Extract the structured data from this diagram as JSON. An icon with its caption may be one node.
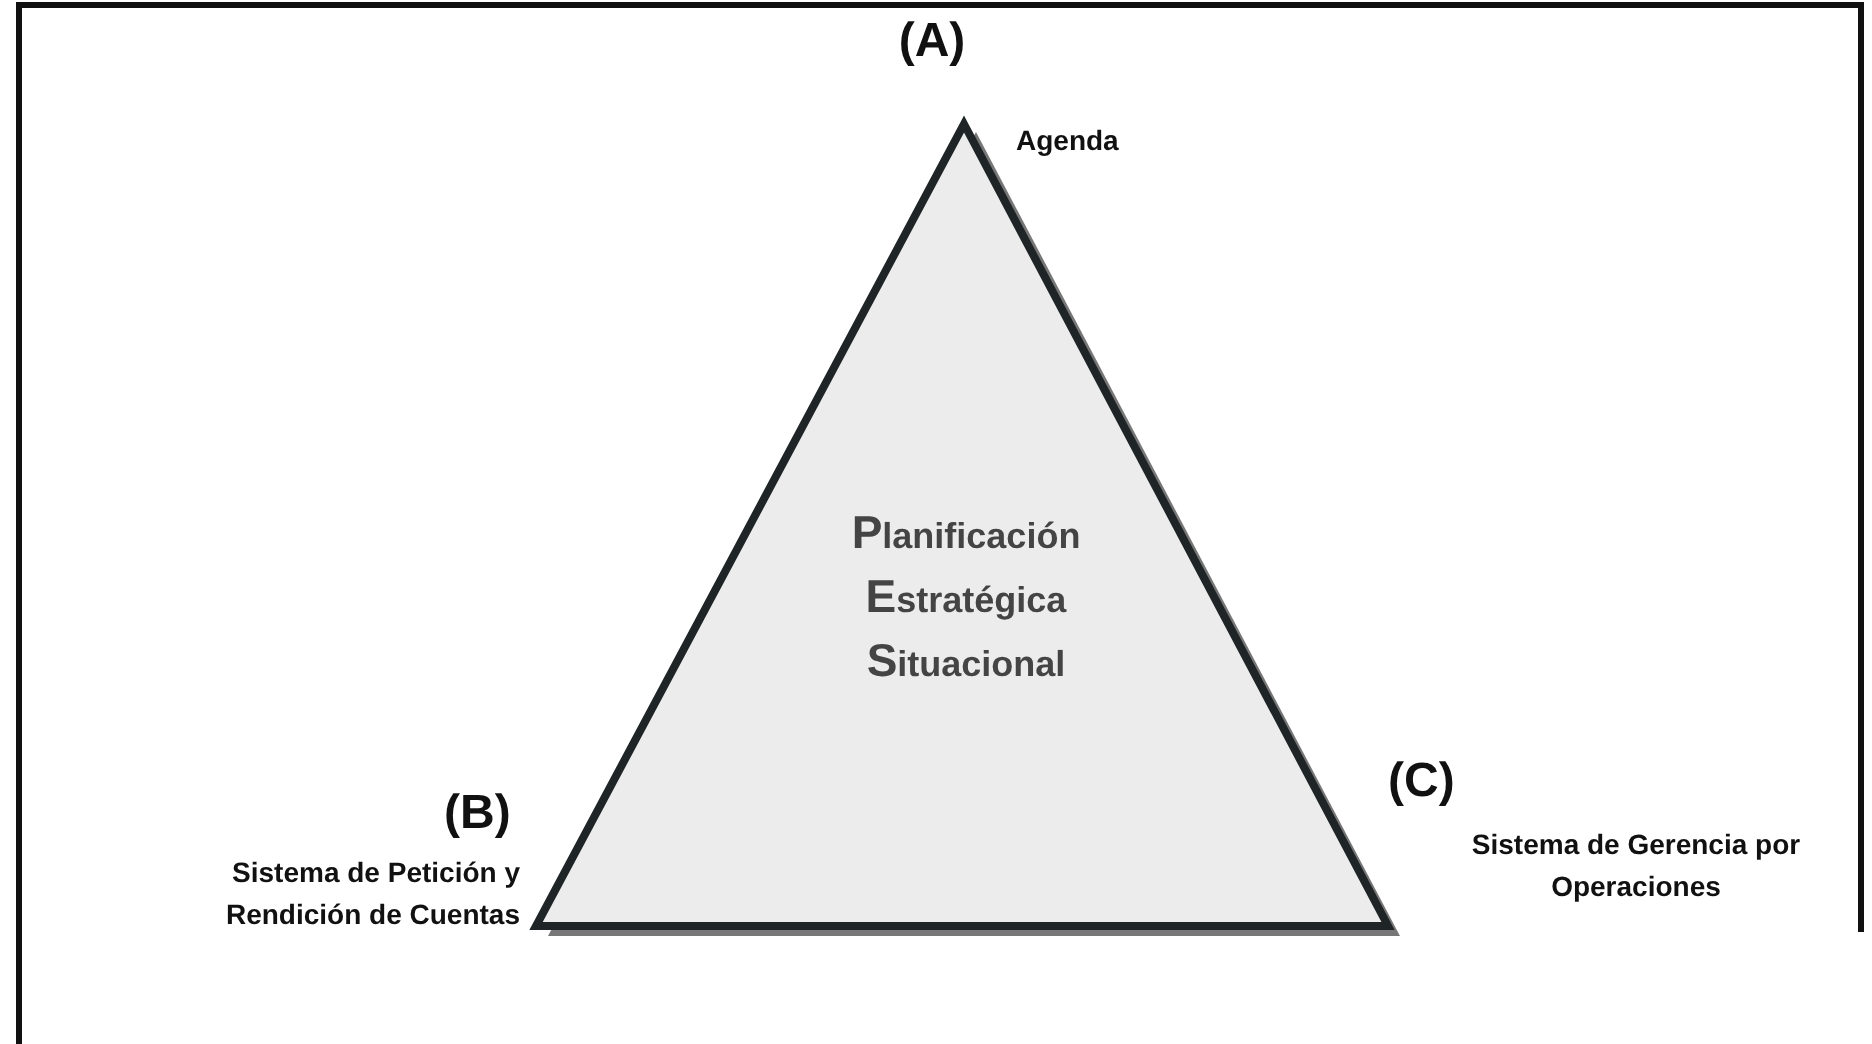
{
  "diagram": {
    "nodes": [
      {
        "text": [
          "Planificación",
          "Estratégica",
          "Situacional"
        ],
        "beside": [
          "(A)",
          "Agenda",
          "(B)",
          "Sistema de Petición y Rendición de Cuentas",
          "(C)",
          "Sistema de Gerencia por Operaciones"
        ]
      }
    ],
    "edges": []
  }
}
